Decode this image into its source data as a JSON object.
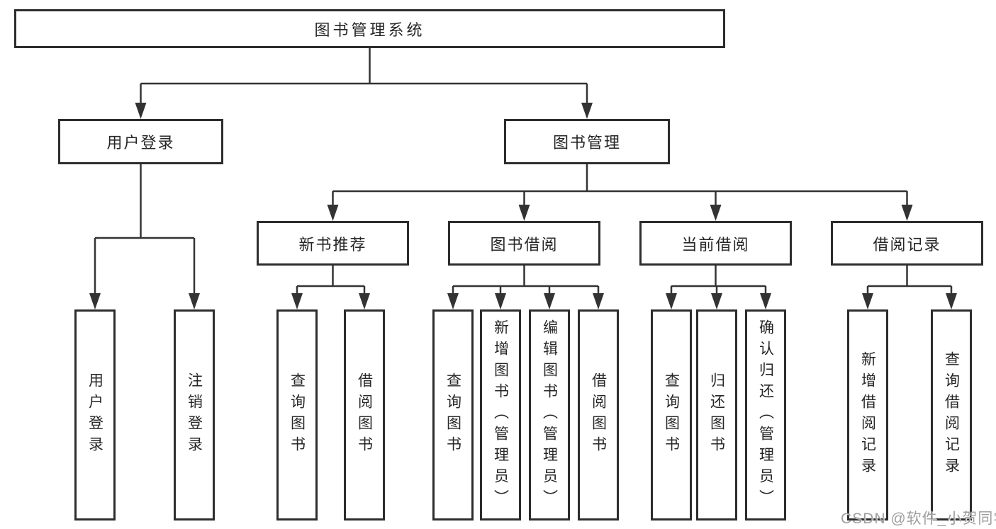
{
  "diagram": {
    "title": "图书管理系统",
    "level2": [
      {
        "label": "用户登录"
      },
      {
        "label": "图书管理"
      }
    ],
    "level3": [
      {
        "label": "新书推荐",
        "parent": "图书管理"
      },
      {
        "label": "图书借阅",
        "parent": "图书管理"
      },
      {
        "label": "当前借阅",
        "parent": "图书管理"
      },
      {
        "label": "借阅记录",
        "parent": "图书管理"
      }
    ],
    "leaves": [
      {
        "group": "用户登录",
        "label": "用户登录"
      },
      {
        "group": "用户登录",
        "label": "注销登录"
      },
      {
        "group": "新书推荐",
        "label": "查询图书"
      },
      {
        "group": "新书推荐",
        "label": "借阅图书"
      },
      {
        "group": "图书借阅",
        "label": "查询图书"
      },
      {
        "group": "图书借阅",
        "label": "新增图书（管理员）"
      },
      {
        "group": "图书借阅",
        "label": "编辑图书（管理员）"
      },
      {
        "group": "图书借阅",
        "label": "借阅图书"
      },
      {
        "group": "当前借阅",
        "label": "查询图书"
      },
      {
        "group": "当前借阅",
        "label": "归还图书"
      },
      {
        "group": "当前借阅",
        "label": "确认归还（管理员）"
      },
      {
        "group": "借阅记录",
        "label": "新增借阅记录"
      },
      {
        "group": "借阅记录",
        "label": "查询借阅记录"
      }
    ]
  },
  "watermark": {
    "text": "CSDN @软件_小贺同学"
  },
  "colors": {
    "line": "#333333",
    "box_border": "#2d2d2d",
    "text": "#262626",
    "watermark": "#9e9e9e",
    "background": "#ffffff"
  }
}
